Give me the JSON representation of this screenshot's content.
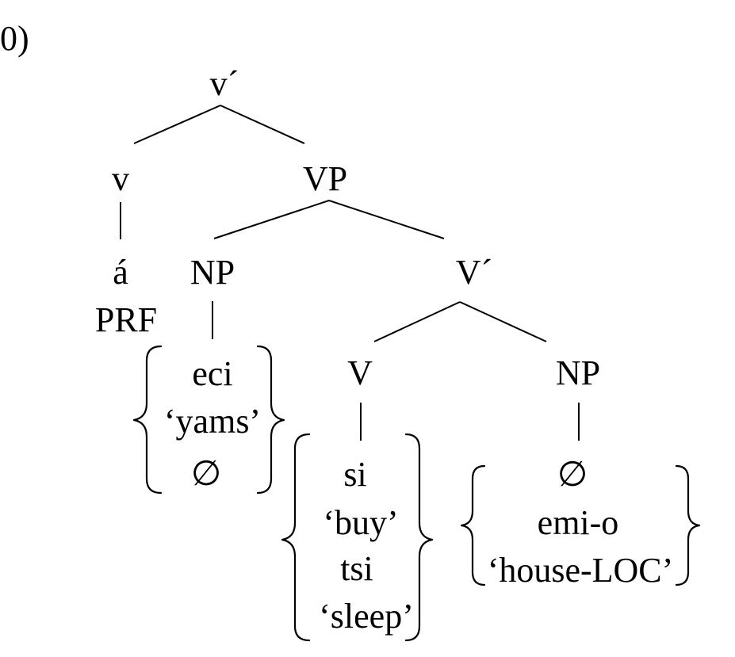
{
  "example_number": "0)",
  "tree": {
    "root": "v´",
    "v_node": "v",
    "v_head": "á",
    "v_gloss": "PRF",
    "vp": "VP",
    "np_object": "NP",
    "np_object_options": [
      "eci",
      "‘yams’",
      "∅"
    ],
    "v_bar": "V´",
    "v_lower": "V",
    "v_lower_options": [
      "si",
      "‘buy’",
      "tsi",
      "‘sleep’"
    ],
    "np_goal": "NP",
    "np_goal_options": [
      "∅",
      "emi-o",
      "‘house-LOC’"
    ]
  }
}
